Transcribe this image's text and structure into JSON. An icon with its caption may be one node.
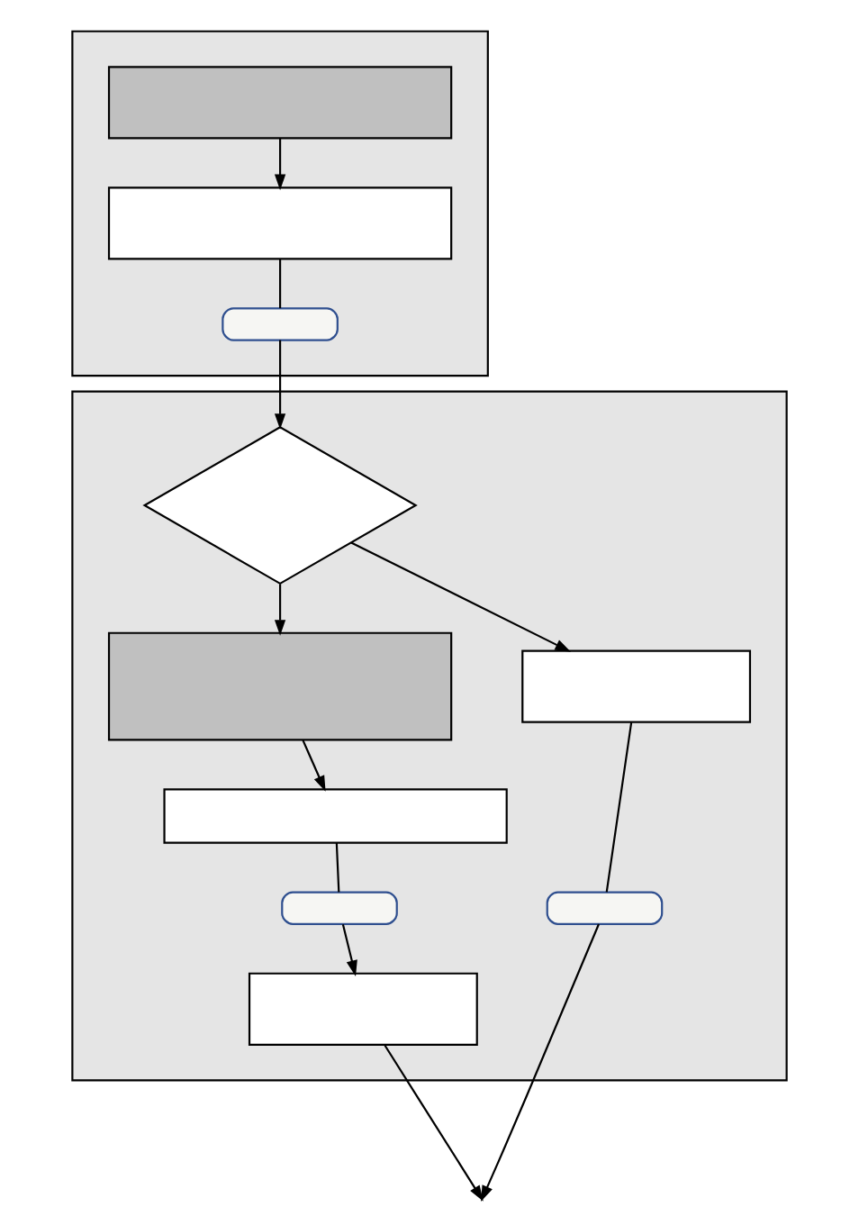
{
  "diagram": {
    "nodes": [
      {
        "text": [],
        "shape": "box"
      },
      {
        "text": [],
        "shape": "box",
        "in": 0
      },
      {
        "text": [],
        "shape": "box",
        "in": 0
      },
      {
        "text": [],
        "shape": "box",
        "in": 0
      },
      {
        "text": [],
        "shape": "box"
      },
      {
        "text": [],
        "shape": "diamond",
        "in": 4
      },
      {
        "text": [],
        "shape": "box",
        "in": 4
      },
      {
        "text": [],
        "shape": "box",
        "in": 4
      },
      {
        "text": [],
        "shape": "box",
        "in": 4
      },
      {
        "text": [],
        "shape": "box",
        "in": 4
      },
      {
        "text": [],
        "shape": "box",
        "in": 4
      },
      {
        "text": [],
        "shape": "box",
        "in": 4
      }
    ],
    "edges": [
      {
        "from": 1,
        "to": 2,
        "arrow": "to"
      },
      {
        "from": 2,
        "to": 3,
        "arrow": "none"
      },
      {
        "from": 3,
        "to": 5,
        "arrow": "to"
      },
      {
        "from": 5,
        "to": 6,
        "arrow": "to"
      },
      {
        "from": 5,
        "to": 7,
        "arrow": "to"
      },
      {
        "from": 6,
        "to": 9,
        "arrow": "to"
      },
      {
        "from": 9,
        "to": 10,
        "arrow": "none"
      },
      {
        "from": 10,
        "to": 11,
        "arrow": "to"
      },
      {
        "from": 7,
        "to": 8,
        "arrow": "none"
      },
      {
        "from": 11,
        "to": null,
        "arrow": "to"
      },
      {
        "from": 8,
        "to": null,
        "arrow": "to"
      }
    ]
  }
}
